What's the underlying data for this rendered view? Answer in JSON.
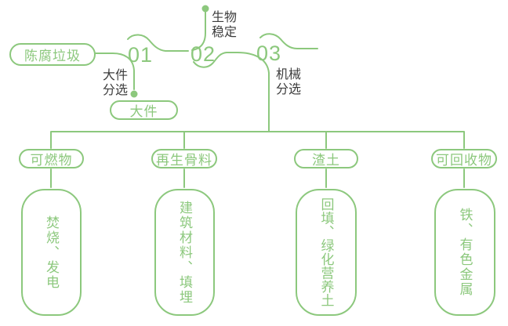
{
  "colors": {
    "green": "#8CC87D",
    "label_text": "#3C3C3C",
    "background": "#FFFFFF"
  },
  "source": {
    "label": "陈腐垃圾"
  },
  "steps": [
    {
      "number": "01",
      "label": "大件分选",
      "output": "大件"
    },
    {
      "number": "02",
      "label": "生物稳定"
    },
    {
      "number": "03",
      "label": "机械分选"
    }
  ],
  "branches": [
    {
      "category": "可燃物",
      "detail": "焚烧、发电"
    },
    {
      "category": "再生骨料",
      "detail": "建筑材料、填埋"
    },
    {
      "category": "渣土",
      "detail": "回填、绿化营养土"
    },
    {
      "category": "可回收物",
      "detail": "铁、有色金属"
    }
  ]
}
